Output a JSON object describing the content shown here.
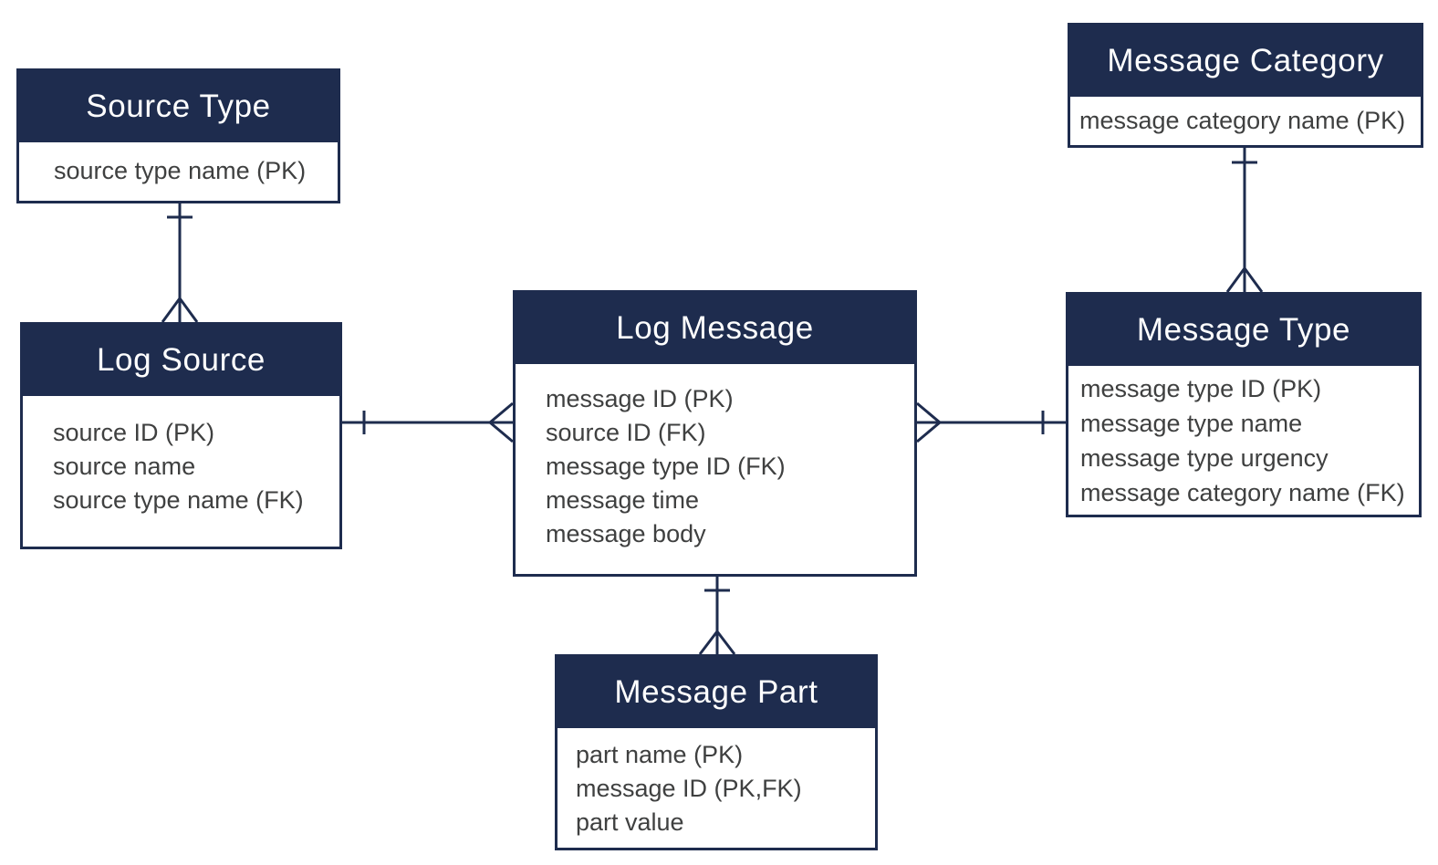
{
  "colors": {
    "navy": "#1e2c4e",
    "ink": "#3f4040",
    "bg": "#ffffff"
  },
  "entities": [
    {
      "id": "source-type",
      "title": "Source Type",
      "attributes": [
        "source type name (PK)"
      ]
    },
    {
      "id": "log-source",
      "title": "Log Source",
      "attributes": [
        "source ID (PK)",
        "source name",
        "source type name (FK)"
      ]
    },
    {
      "id": "log-message",
      "title": "Log Message",
      "attributes": [
        "message ID (PK)",
        "source ID (FK)",
        "message type ID (FK)",
        "message time",
        "message body"
      ]
    },
    {
      "id": "message-part",
      "title": "Message Part",
      "attributes": [
        "part name (PK)",
        "message ID (PK,FK)",
        "part value"
      ]
    },
    {
      "id": "message-type",
      "title": "Message Type",
      "attributes": [
        "message type ID (PK)",
        "message type name",
        "message type urgency",
        "message category name (FK)"
      ]
    },
    {
      "id": "message-category",
      "title": "Message Category",
      "attributes": [
        "message category name (PK)"
      ]
    }
  ],
  "relationships": [
    {
      "from": "Source Type",
      "to": "Log Source",
      "from_cardinality": "one",
      "to_cardinality": "many",
      "notation": "crows-foot"
    },
    {
      "from": "Log Source",
      "to": "Log Message",
      "from_cardinality": "one",
      "to_cardinality": "many",
      "notation": "crows-foot"
    },
    {
      "from": "Message Type",
      "to": "Log Message",
      "from_cardinality": "one",
      "to_cardinality": "many",
      "notation": "crows-foot"
    },
    {
      "from": "Log Message",
      "to": "Message Part",
      "from_cardinality": "one",
      "to_cardinality": "many",
      "notation": "crows-foot"
    },
    {
      "from": "Message Category",
      "to": "Message Type",
      "from_cardinality": "one",
      "to_cardinality": "many",
      "notation": "crows-foot"
    }
  ]
}
